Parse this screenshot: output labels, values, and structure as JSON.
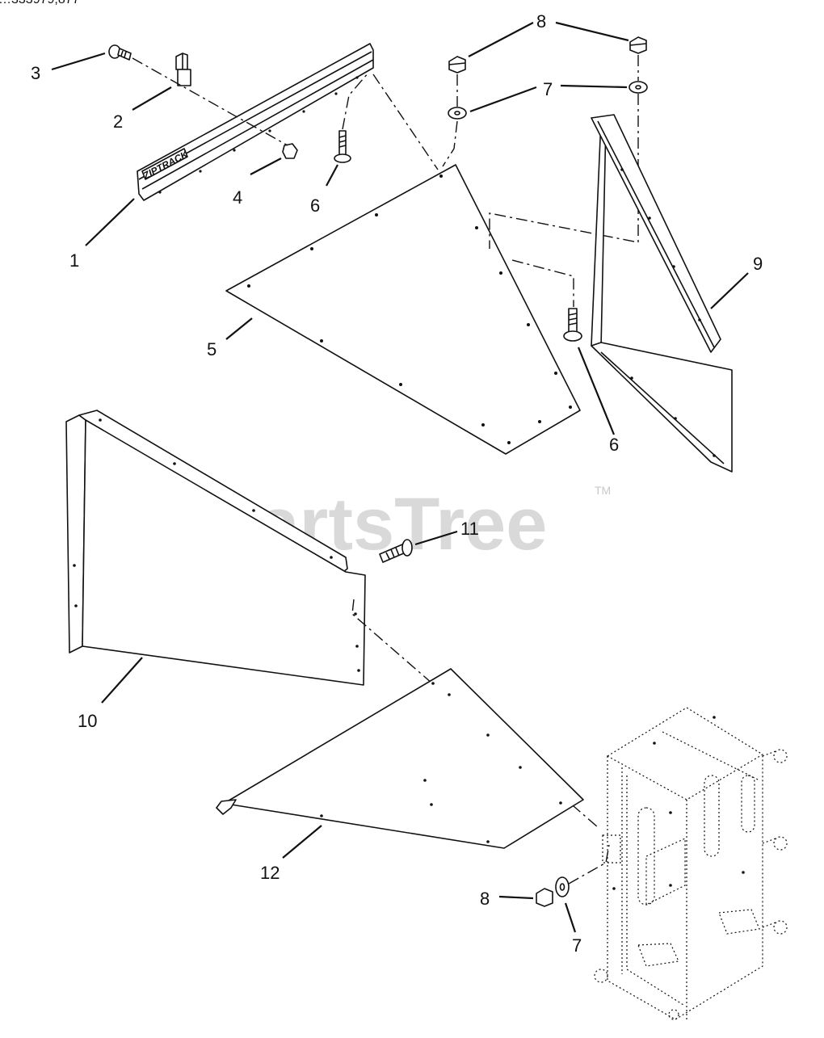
{
  "header_fragment": "…333979,877",
  "watermark": {
    "text": "PartsTree",
    "trademark": "TM"
  },
  "rail_logo": "ZIPTRACK",
  "callouts": [
    {
      "id": "c1",
      "label": "1"
    },
    {
      "id": "c2",
      "label": "2"
    },
    {
      "id": "c3",
      "label": "3"
    },
    {
      "id": "c4",
      "label": "4"
    },
    {
      "id": "c5",
      "label": "5"
    },
    {
      "id": "c6a",
      "label": "6"
    },
    {
      "id": "c6b",
      "label": "6"
    },
    {
      "id": "c7a",
      "label": "7"
    },
    {
      "id": "c7b",
      "label": "7"
    },
    {
      "id": "c8a",
      "label": "8"
    },
    {
      "id": "c8b",
      "label": "8"
    },
    {
      "id": "c9",
      "label": "9"
    },
    {
      "id": "c10",
      "label": "10"
    },
    {
      "id": "c11",
      "label": "11"
    },
    {
      "id": "c12",
      "label": "12"
    }
  ]
}
